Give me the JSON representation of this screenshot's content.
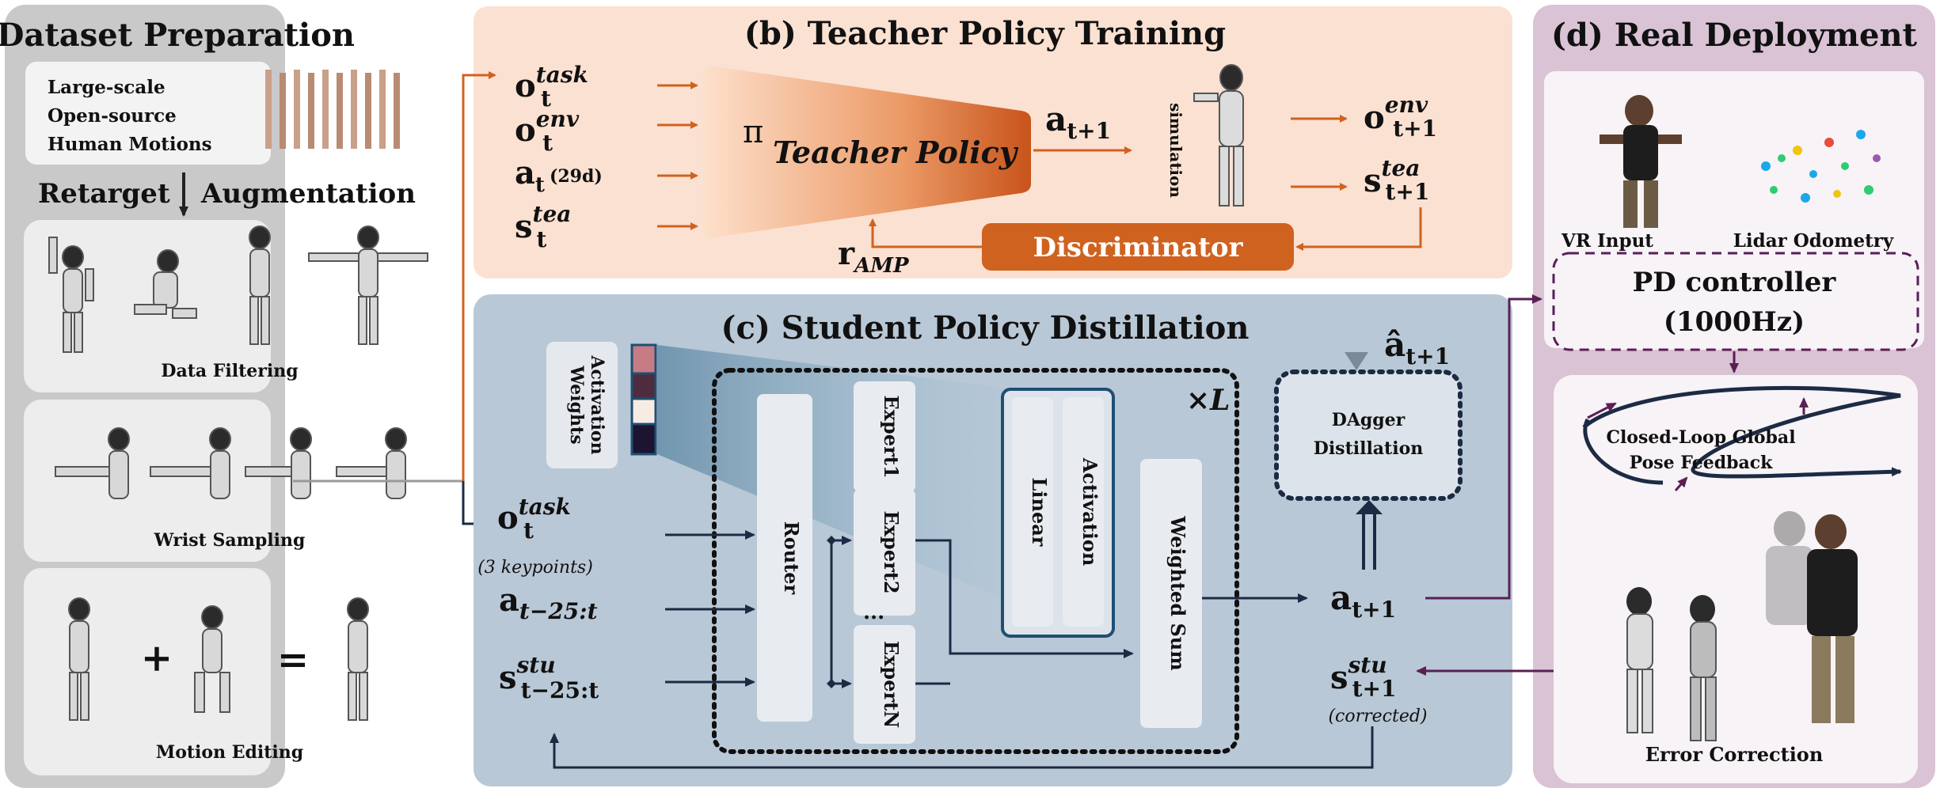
{
  "panels": {
    "a": {
      "title": "(a) Dataset Preparation",
      "source_lines": [
        "Large-scale",
        "Open-source",
        "Human Motions"
      ],
      "retarget": "Retarget",
      "augmentation": "Augmentation",
      "data_filtering": "Data Filtering",
      "wrist_sampling": "Wrist Sampling",
      "motion_editing": "Motion Editing",
      "plus": "+",
      "equals": "="
    },
    "b": {
      "title": "(b) Teacher Policy Training",
      "obs_task_base": "o",
      "obs_task_sub": "t",
      "obs_task_sup": "task",
      "obs_env_base": "o",
      "obs_env_sub": "t",
      "obs_env_sup": "env",
      "act_base": "a",
      "act_sub": "t",
      "act_note": "(29d)",
      "state_base": "s",
      "state_sub": "t",
      "state_sup": "tea",
      "pi_symbol": "π",
      "teacher_policy": "Teacher Policy",
      "action_out_base": "a",
      "action_out_sub": "t+1",
      "simulation": "simulation",
      "next_env_base": "o",
      "next_env_sub": "t+1",
      "next_env_sup": "env",
      "next_state_base": "s",
      "next_state_sub": "t+1",
      "next_state_sup": "tea",
      "reward_base": "r",
      "reward_sub": "AMP",
      "discriminator": "Discriminator"
    },
    "c": {
      "title": "(c) Student Policy Distillation",
      "activation_weights": [
        "Activation",
        "Weights"
      ],
      "router": "Router",
      "experts": [
        "Expert1",
        "Expert2",
        "ExpertN"
      ],
      "ellipsis": "...",
      "linear": "Linear",
      "activation": "Activation",
      "times_l": "×L",
      "weighted_sum": "Weighted Sum",
      "dagger": [
        "DAgger",
        "Distillation"
      ],
      "teacher_action_base": "â",
      "teacher_action_sub": "t+1",
      "in_task_base": "o",
      "in_task_sub": "t",
      "in_task_sup": "task",
      "in_task_note": "(3 keypoints)",
      "in_act_base": "a",
      "in_act_sub": "t−25:t",
      "in_state_base": "s",
      "in_state_sub": "t−25:t",
      "in_state_sup": "stu",
      "out_act_base": "a",
      "out_act_sub": "t+1",
      "out_state_base": "s",
      "out_state_sub": "t+1",
      "out_state_sup": "stu",
      "out_state_note": "(corrected)"
    },
    "d": {
      "title": "(d) Real Deployment",
      "vr_input": "VR Input",
      "lidar": "Lidar Odometry",
      "pd_controller": "PD controller",
      "pd_rate": "(1000Hz)",
      "feedback": [
        "Closed-Loop Global",
        "Pose Feedback"
      ],
      "error_correction": "Error Correction"
    }
  },
  "colors": {
    "panel_a_bg": "#c9c9c9",
    "panel_b_bg": "#fbe1d2",
    "panel_c_bg": "#b9c8d6",
    "panel_d_bg": "#d9c3d5",
    "orange": "#d0621f",
    "navy": "#1d2a44",
    "purple": "#5a1f55"
  }
}
